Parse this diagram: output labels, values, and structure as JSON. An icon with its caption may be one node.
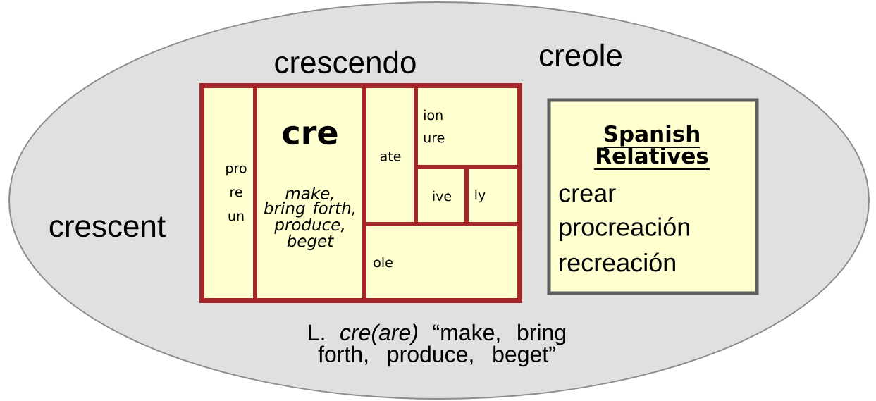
{
  "diagram": {
    "nodes": [
      {
        "text": [
          "crescendo",
          "creole",
          "crescent",
          "L. *cre(are)* “make, bring forth, produce, beget”"
        ]
      },
      {
        "text": [],
        "shape": "box",
        "in": 0
      },
      {
        "text": [
          "pro",
          "re",
          "un"
        ],
        "in": 1
      },
      {
        "text": [
          "cre",
          "make, bring forth, produce, beget"
        ],
        "in": 1
      },
      {
        "text": [
          "ate"
        ],
        "in": 1
      },
      {
        "text": [
          "ion",
          "ure"
        ],
        "in": 1
      },
      {
        "text": [
          "ive"
        ],
        "in": 1
      },
      {
        "text": [
          "ly"
        ],
        "in": 1
      },
      {
        "text": [
          "ole"
        ],
        "in": 1
      },
      {
        "text": [
          "Spanish Relatives",
          "crear",
          "procreación",
          "recreación"
        ],
        "in": 0
      }
    ]
  }
}
